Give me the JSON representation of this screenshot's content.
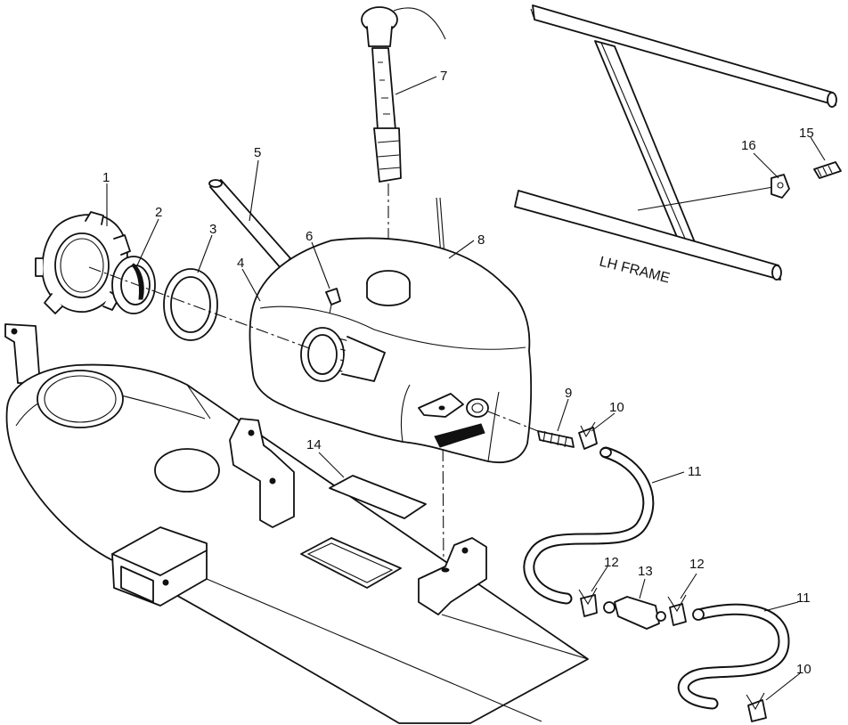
{
  "diagram": {
    "frame_label": "LH FRAME",
    "callouts": [
      {
        "id": "c1",
        "text": "1"
      },
      {
        "id": "c2",
        "text": "2"
      },
      {
        "id": "c3",
        "text": "3"
      },
      {
        "id": "c4",
        "text": "4"
      },
      {
        "id": "c5",
        "text": "5"
      },
      {
        "id": "c6",
        "text": "6"
      },
      {
        "id": "c7",
        "text": "7"
      },
      {
        "id": "c8",
        "text": "8"
      },
      {
        "id": "c9",
        "text": "9"
      },
      {
        "id": "c10a",
        "text": "10"
      },
      {
        "id": "c10b",
        "text": "10"
      },
      {
        "id": "c11a",
        "text": "11"
      },
      {
        "id": "c11b",
        "text": "11"
      },
      {
        "id": "c12a",
        "text": "12"
      },
      {
        "id": "c12b",
        "text": "12"
      },
      {
        "id": "c13",
        "text": "13"
      },
      {
        "id": "c14",
        "text": "14"
      },
      {
        "id": "c15",
        "text": "15"
      },
      {
        "id": "c16",
        "text": "16"
      }
    ]
  }
}
